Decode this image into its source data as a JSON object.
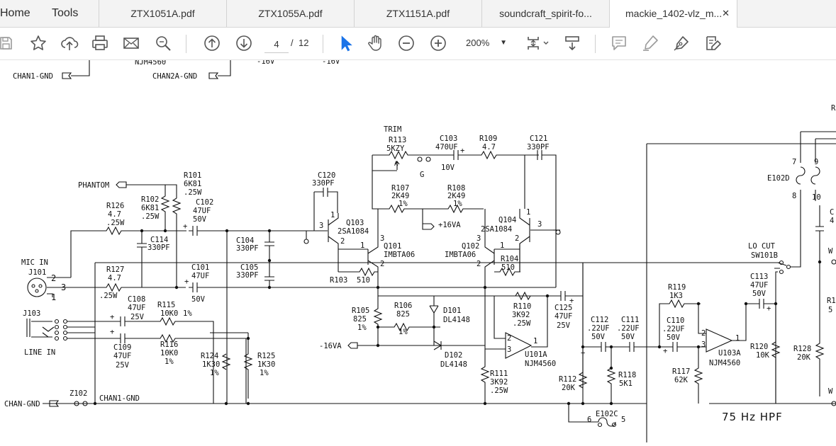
{
  "nav": {
    "home": "Home",
    "tools": "Tools"
  },
  "tabs": [
    {
      "label": "ZTX1051A.pdf"
    },
    {
      "label": "ZTX1055A.pdf"
    },
    {
      "label": "ZTX1151A.pdf"
    },
    {
      "label": "soundcraft_spirit-fo..."
    },
    {
      "label": "mackie_1402-vlz_m...",
      "active": true
    }
  ],
  "tab_close": "✕",
  "toolbar": {
    "icons": [
      "save-icon",
      "bookmark-star-icon",
      "upload-cloud-icon",
      "print-icon",
      "email-icon",
      "zoom-search-icon",
      "page-up-icon",
      "page-down-icon",
      "select-arrow-icon",
      "hand-tool-icon",
      "zoom-out-icon",
      "zoom-in-icon",
      "fit-page-icon",
      "scroll-mode-icon",
      "comment-icon",
      "highlight-icon",
      "sign-icon",
      "edit-pdf-icon"
    ],
    "page_current": "4",
    "page_separator": "/",
    "page_total": "12",
    "zoom_value": "200%"
  },
  "schematic": {
    "labels": {
      "chan1_gnd_top": "CHAN1-GND",
      "njm_top": "NJM4560",
      "chan2a_gnd": "CHAN2A-GND",
      "minus16v_a": "-16V",
      "minus16v_b": "-16V",
      "trim": "TRIM",
      "phantom": "PHANTOM",
      "mic_in": "MIC IN",
      "line_in": "LINE IN",
      "chan_gnd": "CHAN-GND",
      "chan1_gnd": "CHAN1-GND",
      "plus16va": "+16VA",
      "minus16va": "-16VA",
      "lo_cut": "LO CUT",
      "hpf": "75 Hz HPF",
      "g": "G"
    },
    "components": [
      {
        "ref": "R113",
        "value": "5KZY"
      },
      {
        "ref": "C103",
        "value": "470UF",
        "extra": "10V"
      },
      {
        "ref": "R109",
        "value": "4.7"
      },
      {
        "ref": "C121",
        "value": "330PF"
      },
      {
        "ref": "C120",
        "value": "330PF"
      },
      {
        "ref": "R107",
        "value": "2K49",
        "extra": "1%"
      },
      {
        "ref": "R108",
        "value": "2K49",
        "extra": "1%"
      },
      {
        "ref": "R101",
        "value": "6K81",
        "extra": ".25W"
      },
      {
        "ref": "R102",
        "value": "6K81",
        "extra": ".25W"
      },
      {
        "ref": "R126",
        "value": "4.7",
        "extra": ".25W"
      },
      {
        "ref": "C102",
        "value": "47UF",
        "extra": "50V"
      },
      {
        "ref": "C114",
        "value": "330PF"
      },
      {
        "ref": "C104",
        "value": "330PF"
      },
      {
        "ref": "C105",
        "value": "330PF"
      },
      {
        "ref": "Q103",
        "value": "2SA1084"
      },
      {
        "ref": "Q104",
        "value": "2SA1084"
      },
      {
        "ref": "Q101",
        "value": "IMBTA06"
      },
      {
        "ref": "Q102",
        "value": "IMBTA06"
      },
      {
        "ref": "R104",
        "value": "510"
      },
      {
        "ref": "R103",
        "value": "510"
      },
      {
        "ref": "J101",
        "value": ""
      },
      {
        "ref": "R127",
        "value": "4.7",
        "extra": ".25W"
      },
      {
        "ref": "C101",
        "value": "47UF",
        "extra": "50V"
      },
      {
        "ref": "C108",
        "value": "47UF",
        "extra": "25V"
      },
      {
        "ref": "C109",
        "value": "47UF",
        "extra": "25V"
      },
      {
        "ref": "R115",
        "value": "10K0",
        "extra": "1%"
      },
      {
        "ref": "R116",
        "value": "10K0",
        "extra": "1%"
      },
      {
        "ref": "J103",
        "value": ""
      },
      {
        "ref": "R124",
        "value": "1K30",
        "extra": "1%"
      },
      {
        "ref": "R125",
        "value": "1K30",
        "extra": "1%"
      },
      {
        "ref": "R105",
        "value": "825",
        "extra": "1%"
      },
      {
        "ref": "R106",
        "value": "825",
        "extra": "1%"
      },
      {
        "ref": "D101",
        "value": "DL4148"
      },
      {
        "ref": "D102",
        "value": "DL4148"
      },
      {
        "ref": "R110",
        "value": "3K92",
        "extra": ".25W"
      },
      {
        "ref": "C125",
        "value": "47UF",
        "extra": "25V"
      },
      {
        "ref": "U101A",
        "value": "NJM4560"
      },
      {
        "ref": "R111",
        "value": "3K92",
        "extra": ".25W"
      },
      {
        "ref": "R112",
        "value": "20K"
      },
      {
        "ref": "C112",
        "value": ".22UF",
        "extra": "50V"
      },
      {
        "ref": "C111",
        "value": ".22UF",
        "extra": "50V"
      },
      {
        "ref": "R118",
        "value": "5K1"
      },
      {
        "ref": "C110",
        "value": ".22UF",
        "extra": "50V"
      },
      {
        "ref": "R119",
        "value": "1K3"
      },
      {
        "ref": "R117",
        "value": "62K"
      },
      {
        "ref": "U103A",
        "value": "NJM4560"
      },
      {
        "ref": "C113",
        "value": "47UF",
        "extra": "50V"
      },
      {
        "ref": "R120",
        "value": "10K"
      },
      {
        "ref": "R128",
        "value": "20K"
      },
      {
        "ref": "SW101B",
        "value": ""
      },
      {
        "ref": "E102D",
        "value": ""
      },
      {
        "ref": "E102C",
        "value": ""
      },
      {
        "ref": "Z102",
        "value": ""
      }
    ],
    "pins": {
      "p7": "7",
      "p8": "8",
      "p9": "9",
      "p10": "10",
      "p6": "6",
      "p5": "5",
      "p1": "1",
      "p2": "2",
      "p3": "3"
    },
    "edge_fragments": {
      "r_right": "R",
      "c_right": "C",
      "four_right": "4",
      "w_right_a": "W",
      "r1_right": "R1",
      "five_right": "5",
      "w_right_b": "W"
    }
  }
}
